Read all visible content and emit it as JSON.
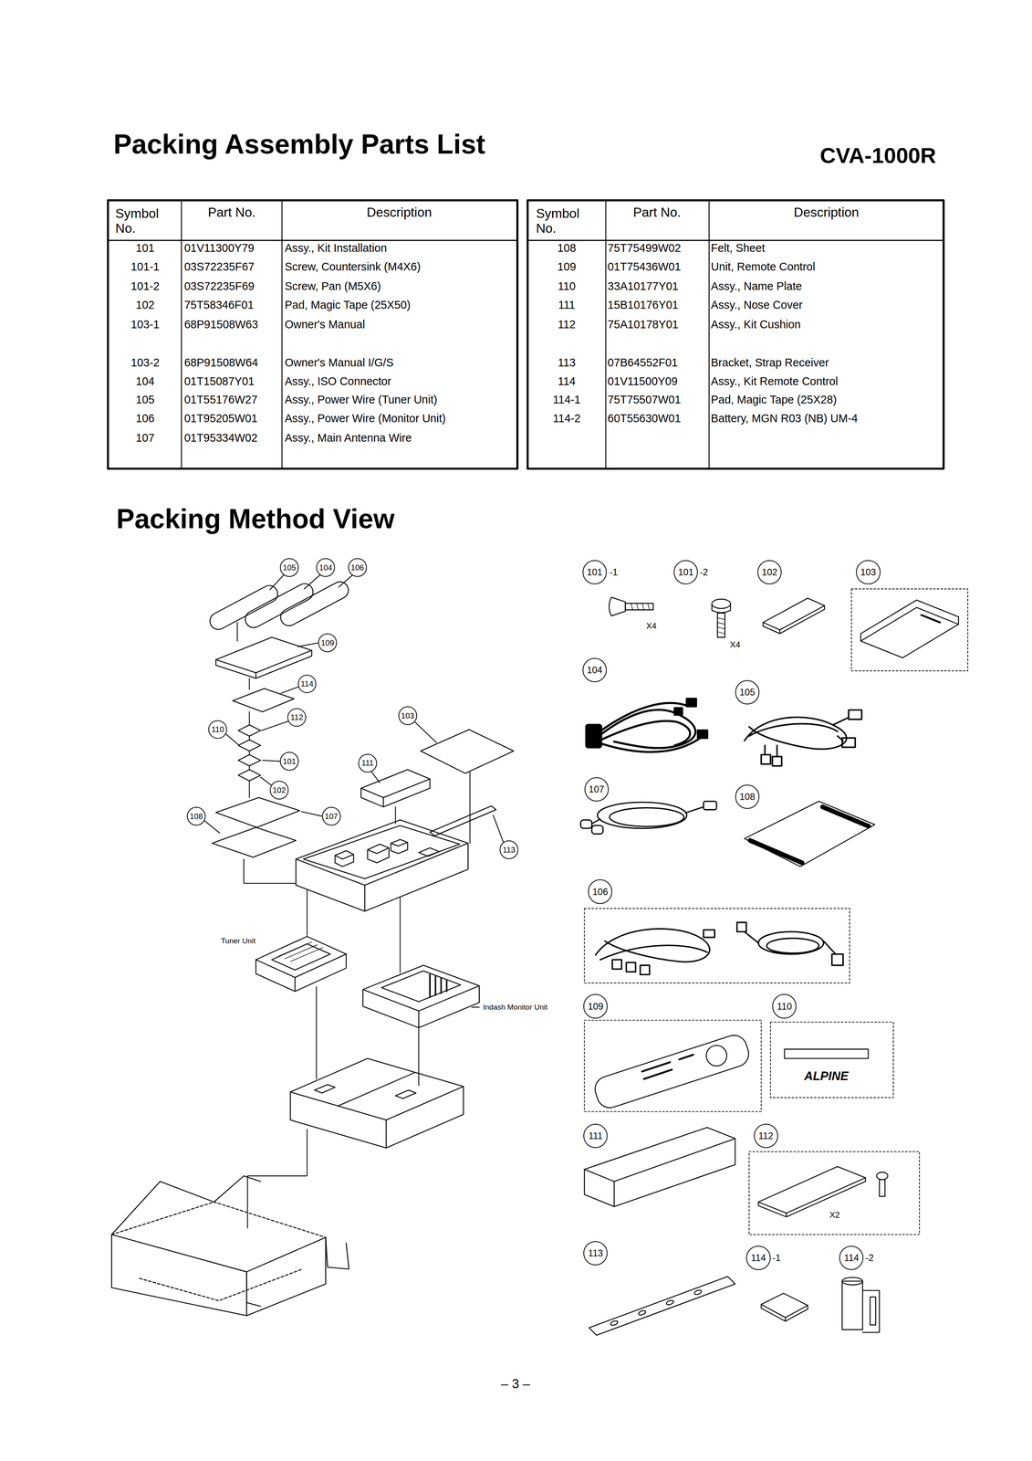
{
  "diagram": {
    "title": "Packing Assembly Parts List",
    "nodes": [
      {
        "text": [
          "105"
        ]
      },
      {
        "text": [
          "104"
        ]
      },
      {
        "text": [
          "106"
        ]
      },
      {
        "text": [
          "109"
        ]
      },
      {
        "text": [
          "114"
        ]
      },
      {
        "text": [
          "110"
        ]
      },
      {
        "text": [
          "112"
        ]
      },
      {
        "text": [
          "103"
        ]
      },
      {
        "text": [
          "101"
        ]
      },
      {
        "text": [
          "111"
        ]
      },
      {
        "text": [
          "102"
        ]
      },
      {
        "text": [
          "108"
        ]
      },
      {
        "text": [
          "107"
        ]
      },
      {
        "text": [
          "113"
        ]
      },
      {
        "text": [
          "101"
        ]
      },
      {
        "text": [
          "101"
        ]
      },
      {
        "text": [
          "102"
        ]
      },
      {
        "text": [
          "103"
        ]
      },
      {
        "text": [
          "104"
        ]
      },
      {
        "text": [
          "105"
        ]
      },
      {
        "text": [
          "107"
        ]
      },
      {
        "text": [
          "108"
        ]
      },
      {
        "text": [
          "106"
        ]
      },
      {
        "text": [
          "109"
        ]
      },
      {
        "text": [
          "110"
        ]
      },
      {
        "text": [
          "111"
        ]
      },
      {
        "text": [
          "112"
        ]
      },
      {
        "text": [
          "113"
        ]
      },
      {
        "text": [
          "114"
        ]
      },
      {
        "text": [
          "114"
        ]
      }
    ],
    "labels": [
      "CVA-1000R",
      "Symbol No.",
      "Part No.",
      "Description",
      "Symbol No.",
      "Part No.",
      "Description",
      "101",
      "01V11300Y79",
      "Assy., Kit Installation",
      "101-1",
      "03S72235F67",
      "Screw, Countersink (M4X6)",
      "101-2",
      "03S72235F69",
      "Screw, Pan (M5X6)",
      "102",
      "75T58346F01",
      "Pad, Magic Tape (25X50)",
      "103-1",
      "68P91508W63",
      "Owner's Manual",
      "103-2",
      "68P91508W64",
      "Owner's Manual I/G/S",
      "104",
      "01T15087Y01",
      "Assy., ISO Connector",
      "105",
      "01T55176W27",
      "Assy., Power Wire (Tuner Unit)",
      "106",
      "01T95205W01",
      "Assy., Power Wire (Monitor Unit)",
      "107",
      "01T95334W02",
      "Assy., Main Antenna Wire",
      "108",
      "75T75499W02",
      "Felt, Sheet",
      "109",
      "01T75436W01",
      "Unit, Remote Control",
      "110",
      "33A10177Y01",
      "Assy., Name Plate",
      "111",
      "15B10176Y01",
      "Assy., Nose Cover",
      "112",
      "75A10178Y01",
      "Assy., Kit Cushion",
      "113",
      "07B64552F01",
      "Bracket, Strap Receiver",
      "114",
      "01V11500Y09",
      "Assy., Kit Remote Control",
      "114-1",
      "75T75507W01",
      "Pad, Magic Tape (25X28)",
      "114-2",
      "60T55630W01",
      "Battery, MGN R03 (NB) UM-4",
      "Packing Method View",
      "Tuner Unit",
      "Indash Monitor Unit",
      "-1",
      "-2",
      "X4",
      "X4",
      "ALPINE",
      "X2",
      "-1",
      "-2",
      "– 3 –"
    ]
  }
}
